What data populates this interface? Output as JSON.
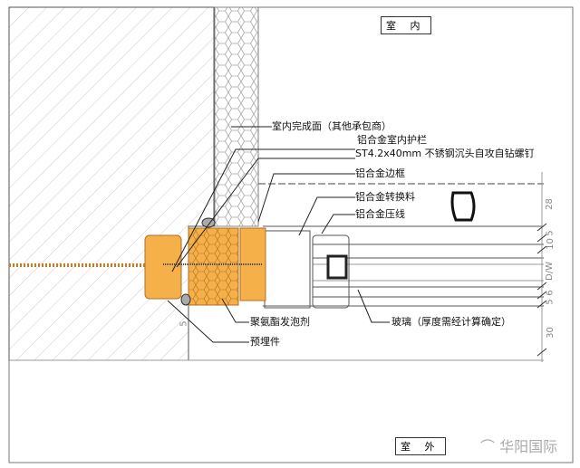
{
  "labels": {
    "interior": "室 内",
    "exterior": "室 外",
    "finish": "室内完成面（其他承包商）",
    "railing": "铝合金室内护栏",
    "screw": "ST4.2x40mm 不锈钢沉头自攻自钻螺钉",
    "frame": "铝合金边框",
    "adapter": "铝合金转换料",
    "bead": "铝合金压线",
    "foam": "聚氨酯发泡剂",
    "embed": "预埋件",
    "glass": "玻璃（厚度需经计算确定）"
  },
  "dimensions": [
    "28",
    "5",
    "10",
    "D/W",
    "6",
    "5",
    "30",
    "5"
  ],
  "watermark": "华阳国际",
  "colors": {
    "orange": "#f5b04a",
    "line": "#333333"
  }
}
